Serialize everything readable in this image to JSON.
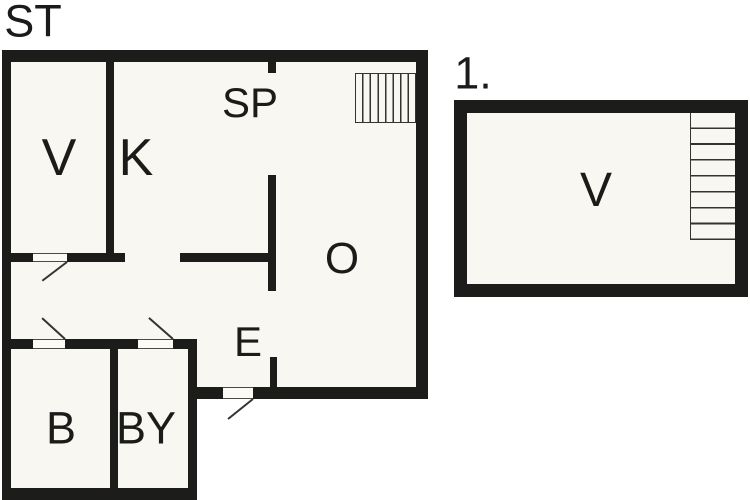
{
  "meta": {
    "type": "floor-plan",
    "plan_count": 2
  },
  "colors": {
    "background": "#ffffff",
    "floor": "#f8f7f1",
    "wall": "#1c1c1b",
    "thin_line": "#333331",
    "text": "#1b1b1a"
  },
  "ground_floor": {
    "title": "ST",
    "rooms": [
      {
        "label": "V"
      },
      {
        "label": "K"
      },
      {
        "label": "SP"
      },
      {
        "label": "O"
      },
      {
        "label": "E"
      },
      {
        "label": "B"
      },
      {
        "label": "BY"
      }
    ],
    "features": [
      "staircase",
      "entrance-door",
      "interior-doors"
    ]
  },
  "first_floor": {
    "title": "1.",
    "rooms": [
      {
        "label": "V"
      }
    ],
    "features": [
      "staircase"
    ]
  }
}
